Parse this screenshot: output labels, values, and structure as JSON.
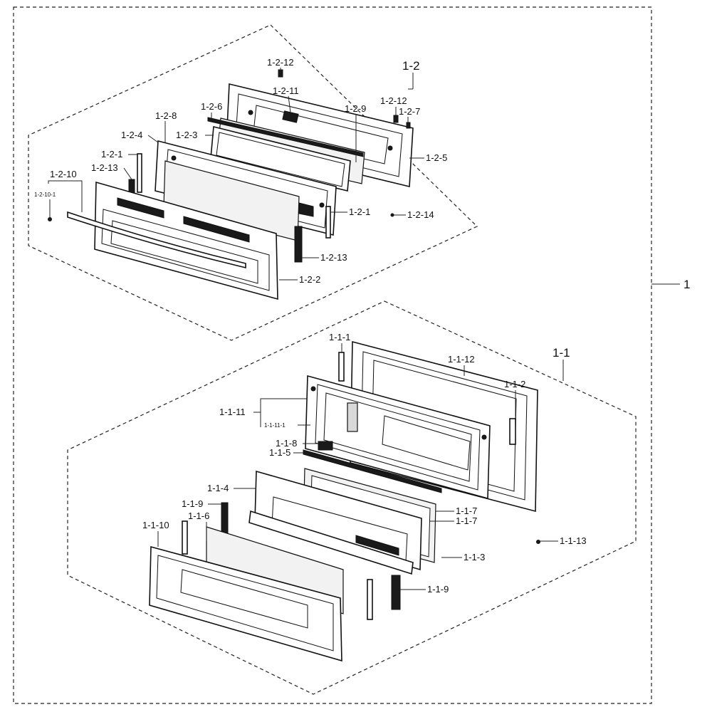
{
  "assembly": {
    "main_label": "1",
    "upper_label": "1-2",
    "lower_label": "1-1"
  },
  "upper_parts": [
    "1-2-12",
    "1-2-11",
    "1-2-12",
    "1-2-7",
    "1-2-6",
    "1-2-9",
    "1-2-8",
    "1-2-4",
    "1-2-3",
    "1-2-5",
    "1-2-1",
    "1-2-13",
    "1-2-10",
    "1-2-10-1",
    "1-2-1",
    "1-2-14",
    "1-2-13",
    "1-2-2"
  ],
  "lower_parts": [
    "1-1-1",
    "1-1-12",
    "1-1-2",
    "1-1-11",
    "1-1-11-1",
    "1-1-8",
    "1-1-5",
    "1-1-4",
    "1-1-7",
    "1-1-7",
    "1-1-9",
    "1-1-6",
    "1-1-10",
    "1-1-3",
    "1-1-13",
    "1-1-9"
  ]
}
